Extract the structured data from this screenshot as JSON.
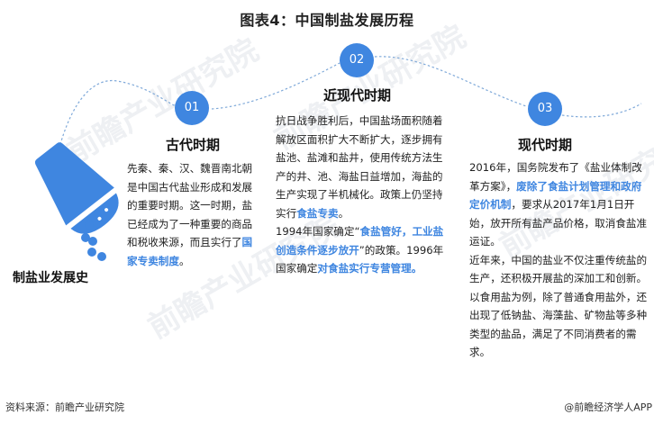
{
  "title": "图表4：中国制盐发展历程",
  "watermark": "前瞻产业研究院",
  "left": {
    "label": "制盐业发展史",
    "icon": "salt-shaker-icon"
  },
  "colors": {
    "accent": "#3f86e0",
    "text": "#222222",
    "curve": "#7fa9d9"
  },
  "stages": [
    {
      "number": "01",
      "name": "古代时期",
      "paragraphs": [
        {
          "parts": [
            {
              "text": "先秦、秦、汉、魏晋南北朝是中国古代盐业形成和发展的重要时期。这一时期，盐已经成为了一种重要的商品和税收来源，而且实行了",
              "hl": false
            },
            {
              "text": "国家专卖制度",
              "hl": true
            },
            {
              "text": "。",
              "hl": false
            }
          ]
        }
      ]
    },
    {
      "number": "02",
      "name": "近现代时期",
      "paragraphs": [
        {
          "parts": [
            {
              "text": "抗日战争胜利后，中国盐场面积随着解放区面积扩大不断扩大，逐步拥有盐池、盐滩和盐井，使用传统方法生产的井、池、海盐日益增加，海盐的生产实现了半机械化。政策上仍坚持实行",
              "hl": false
            },
            {
              "text": "食盐专卖",
              "hl": true
            },
            {
              "text": "。",
              "hl": false
            }
          ]
        },
        {
          "parts": [
            {
              "text": "1994年国家确定“",
              "hl": false
            },
            {
              "text": "食盐管好，工业盐创造条件逐步放开",
              "hl": true
            },
            {
              "text": "”的政策。1996年国家确定",
              "hl": false
            },
            {
              "text": "对食盐实行专营管理。",
              "hl": true
            }
          ]
        }
      ]
    },
    {
      "number": "03",
      "name": "现代时期",
      "paragraphs": [
        {
          "parts": [
            {
              "text": "2016年，国务院发布了《盐业体制改革方案》，",
              "hl": false
            },
            {
              "text": "废除了食盐计划管理和政府定价机制",
              "hl": true
            },
            {
              "text": "，要求从2017年1月1日开始，放开所有盐产品价格，取消食盐准运证。",
              "hl": false
            }
          ]
        },
        {
          "parts": [
            {
              "text": "近年来，中国的盐业不仅注重传统盐的生产，还积极开展盐的深加工和创新。以食用盐为例，除了普通食用盐外，还出现了低钠盐、海藻盐、矿物盐等多种类型的盐品，满足了不同消费者的需求。",
              "hl": false
            }
          ]
        }
      ]
    }
  ],
  "footer": {
    "source": "资料来源：前瞻产业研究院",
    "credit": "@前瞻经济学人APP"
  }
}
